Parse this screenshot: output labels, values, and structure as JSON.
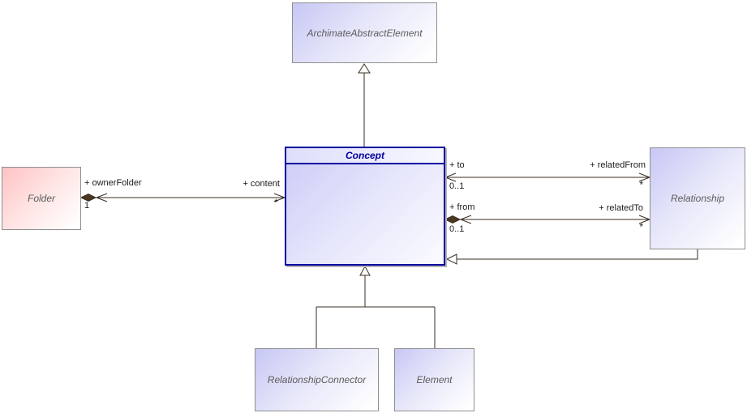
{
  "classes": {
    "archimate_abstract_element": {
      "name": "ArchimateAbstractElement"
    },
    "concept": {
      "name": "Concept"
    },
    "folder": {
      "name": "Folder"
    },
    "relationship": {
      "name": "Relationship"
    },
    "relationship_connector": {
      "name": "RelationshipConnector"
    },
    "element": {
      "name": "Element"
    }
  },
  "associations": {
    "folder_concept": {
      "kind": "composition",
      "folder_role": "+ ownerFolder",
      "folder_mult": "1",
      "concept_role": "+ content",
      "concept_mult": "*"
    },
    "to_relatedFrom": {
      "kind": "association",
      "concept_role": "+ to",
      "concept_mult": "0..1",
      "relationship_role": "+ relatedFrom",
      "relationship_mult": "*"
    },
    "from_relatedTo": {
      "kind": "composition",
      "concept_role": "+ from",
      "concept_mult": "0..1",
      "relationship_role": "+ relatedTo",
      "relationship_mult": "*"
    }
  },
  "colors": {
    "class_fill_start": "#c7c7f5",
    "folder_fill_start": "#ffc2c2",
    "box_border": "#8f8f8f",
    "concept_border": "#0000a0",
    "concept_title_text": "#0000a0",
    "class_name_text": "#5c5c5c",
    "connector_line": "#3a2e20",
    "diamond_fill": "#4b3620"
  }
}
